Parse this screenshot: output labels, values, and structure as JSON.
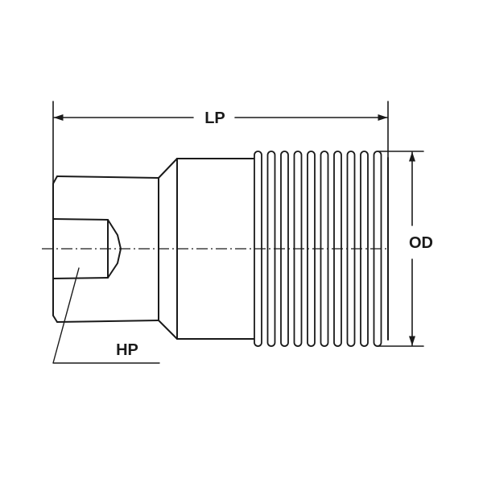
{
  "labels": {
    "lp": "LP",
    "od": "OD",
    "hp": "HP"
  },
  "colors": {
    "line": "#1a1a1a",
    "background": "#ffffff"
  },
  "coil_count": 10
}
